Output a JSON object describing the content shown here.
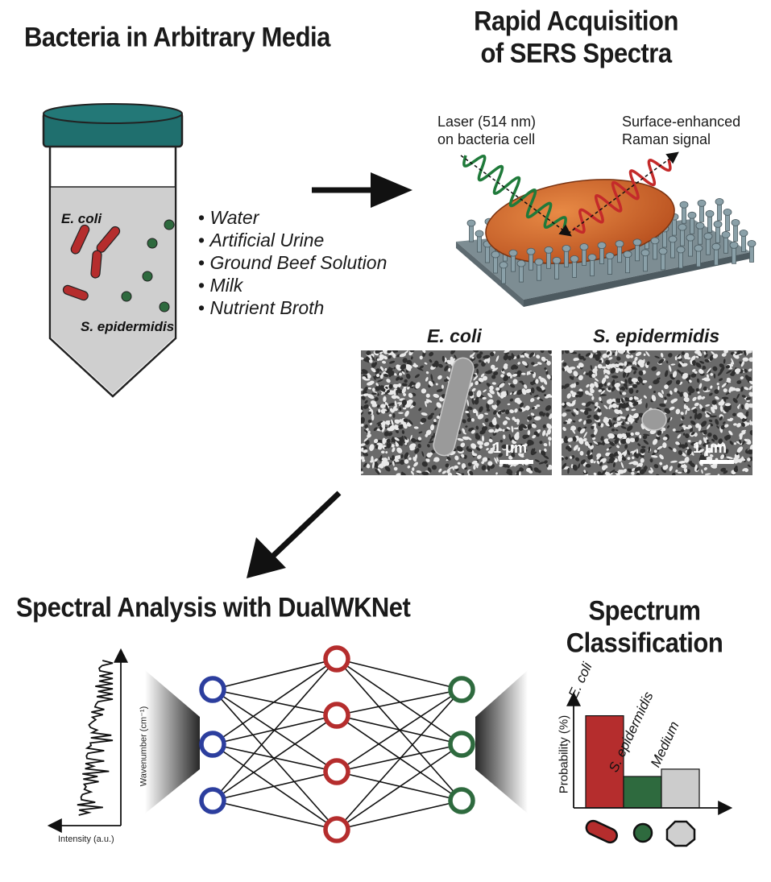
{
  "titles": {
    "bacteria_media": "Bacteria in Arbitrary Media",
    "rapid_line1": "Rapid Acquisition",
    "rapid_line2": "of SERS Spectra",
    "spectral_analysis": "Spectral Analysis with DualWKNet",
    "classification_line1": "Spectrum",
    "classification_line2": "Classification"
  },
  "tube": {
    "ecoli_label": "E. coli",
    "sepi_label": "S. epidermidis",
    "cap_color": "#1f6f6e",
    "liquid_color": "#cfcfcf",
    "ecoli_color": "#b52d2d",
    "sepi_color": "#2e6a3e"
  },
  "media": [
    "Water",
    "Artificial Urine",
    "Ground Beef Solution",
    "Milk",
    "Nutrient Broth"
  ],
  "sers": {
    "laser_line1": "Laser (514 nm)",
    "laser_line2": "on bacteria cell",
    "raman_line1": "Surface-enhanced",
    "raman_line2": "Raman signal"
  },
  "sem": {
    "ecoli_title": "E. coli",
    "sepi_title": "S. epidermidis",
    "scale_ecoli": "1 μm",
    "scale_sepi": "1 μm"
  },
  "spectrum": {
    "x_axis_label": "Intensity (a.u.)",
    "y_axis_label": "Wavenumber (cm⁻¹)"
  },
  "network": {
    "input_color": "#2c3e9e",
    "hidden_color": "#b52d2d",
    "output_color": "#2e6a3e"
  },
  "chart_data": {
    "type": "bar",
    "ylabel": "Probability (%)",
    "categories": [
      "E. coli",
      "S. epidermidis",
      "Medium"
    ],
    "values": [
      88,
      30,
      37
    ],
    "colors": [
      "#b52d2d",
      "#2e6a3e",
      "#cccccc"
    ],
    "ylim": [
      0,
      100
    ]
  }
}
